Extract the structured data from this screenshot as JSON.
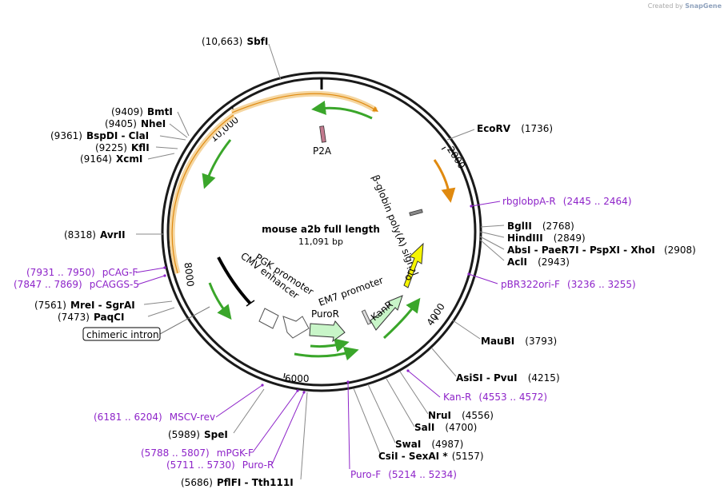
{
  "brand": {
    "prefix": "Created by",
    "name": "SnapGene"
  },
  "map": {
    "title": "mouse a2b full length",
    "length": "11,091 bp"
  },
  "ticks": [
    "10,000",
    "2000",
    "4000",
    "6000",
    "8000"
  ],
  "features": {
    "p2a": "P2A",
    "bglobin": "β-globin poly(A) signal",
    "pgk": "PGK promoter",
    "cmv": "CMV enhancer",
    "em7": "EM7 promoter",
    "puror": "PuroR",
    "kanr": "KanR",
    "ori": "ori",
    "chimeric": "chimeric intron"
  },
  "sites": [
    {
      "id": "sbfi",
      "coord": "(10,663)",
      "name": "SbfI"
    },
    {
      "id": "ecorv",
      "coord": "(1736)",
      "name": "EcoRV"
    },
    {
      "id": "bmti",
      "coord": "(9409)",
      "name": "BmtI"
    },
    {
      "id": "nhei",
      "coord": "(9405)",
      "name": "NheI"
    },
    {
      "id": "bspdi",
      "coord": "(9361)",
      "name": "BspDI",
      "name2": "ClaI"
    },
    {
      "id": "kfli",
      "coord": "(9225)",
      "name": "KflI"
    },
    {
      "id": "xcmi",
      "coord": "(9164)",
      "name": "XcmI"
    },
    {
      "id": "avrii",
      "coord": "(8318)",
      "name": "AvrII"
    },
    {
      "id": "bglii",
      "coord": "(2768)",
      "name": "BglII"
    },
    {
      "id": "hindiii",
      "coord": "(2849)",
      "name": "HindIII"
    },
    {
      "id": "absi",
      "coord": "(2908)",
      "name": "AbsI",
      "name2": "PaeR7I",
      "name3": "PspXI",
      "name4": "XhoI"
    },
    {
      "id": "acli",
      "coord": "(2943)",
      "name": "AclI"
    },
    {
      "id": "mrei",
      "coord": "(7561)",
      "name": "MreI",
      "name2": "SgrAI"
    },
    {
      "id": "paqci",
      "coord": "(7473)",
      "name": "PaqCI"
    },
    {
      "id": "maubi",
      "coord": "(3793)",
      "name": "MauBI"
    },
    {
      "id": "asisi",
      "coord": "(4215)",
      "name": "AsiSI",
      "name2": "PvuI"
    },
    {
      "id": "nrui",
      "coord": "(4556)",
      "name": "NruI"
    },
    {
      "id": "sali",
      "coord": "(4700)",
      "name": "SalI"
    },
    {
      "id": "swai",
      "coord": "(4987)",
      "name": "SwaI"
    },
    {
      "id": "csii",
      "coord": "(5157)",
      "name": "CsiI",
      "name2": "SexAI *"
    },
    {
      "id": "spei",
      "coord": "(5989)",
      "name": "SpeI"
    },
    {
      "id": "pflfi",
      "coord": "(5686)",
      "name": "PflFI",
      "name2": "Tth111I"
    }
  ],
  "primers": [
    {
      "id": "rbglobpa",
      "name": "rbglobpA-R",
      "range": "(2445 .. 2464)"
    },
    {
      "id": "pbr322",
      "name": "pBR322ori-F",
      "range": "(3236 .. 3255)"
    },
    {
      "id": "pcag",
      "name": "pCAG-F",
      "range": "(7931 .. 7950)"
    },
    {
      "id": "pcaggs",
      "name": "pCAGGS-5",
      "range": "(7847 .. 7869)"
    },
    {
      "id": "kanr",
      "name": "Kan-R",
      "range": "(4553 .. 4572)"
    },
    {
      "id": "mscv",
      "name": "MSCV-rev",
      "range": "(6181 .. 6204)"
    },
    {
      "id": "mpgk",
      "name": "mPGK-F",
      "range": "(5788 .. 5807)"
    },
    {
      "id": "puror",
      "name": "Puro-R",
      "range": "(5711 .. 5730)"
    },
    {
      "id": "purof",
      "name": "Puro-F",
      "range": "(5214 .. 5234)"
    }
  ],
  "colors": {
    "backbone": "#1a1a1a",
    "orange_orf": "#f0a830",
    "green_orf": "#3aa62a",
    "primer": "#8e24c9",
    "promoter": "#c8f5c8",
    "ori": "#f5f500"
  }
}
